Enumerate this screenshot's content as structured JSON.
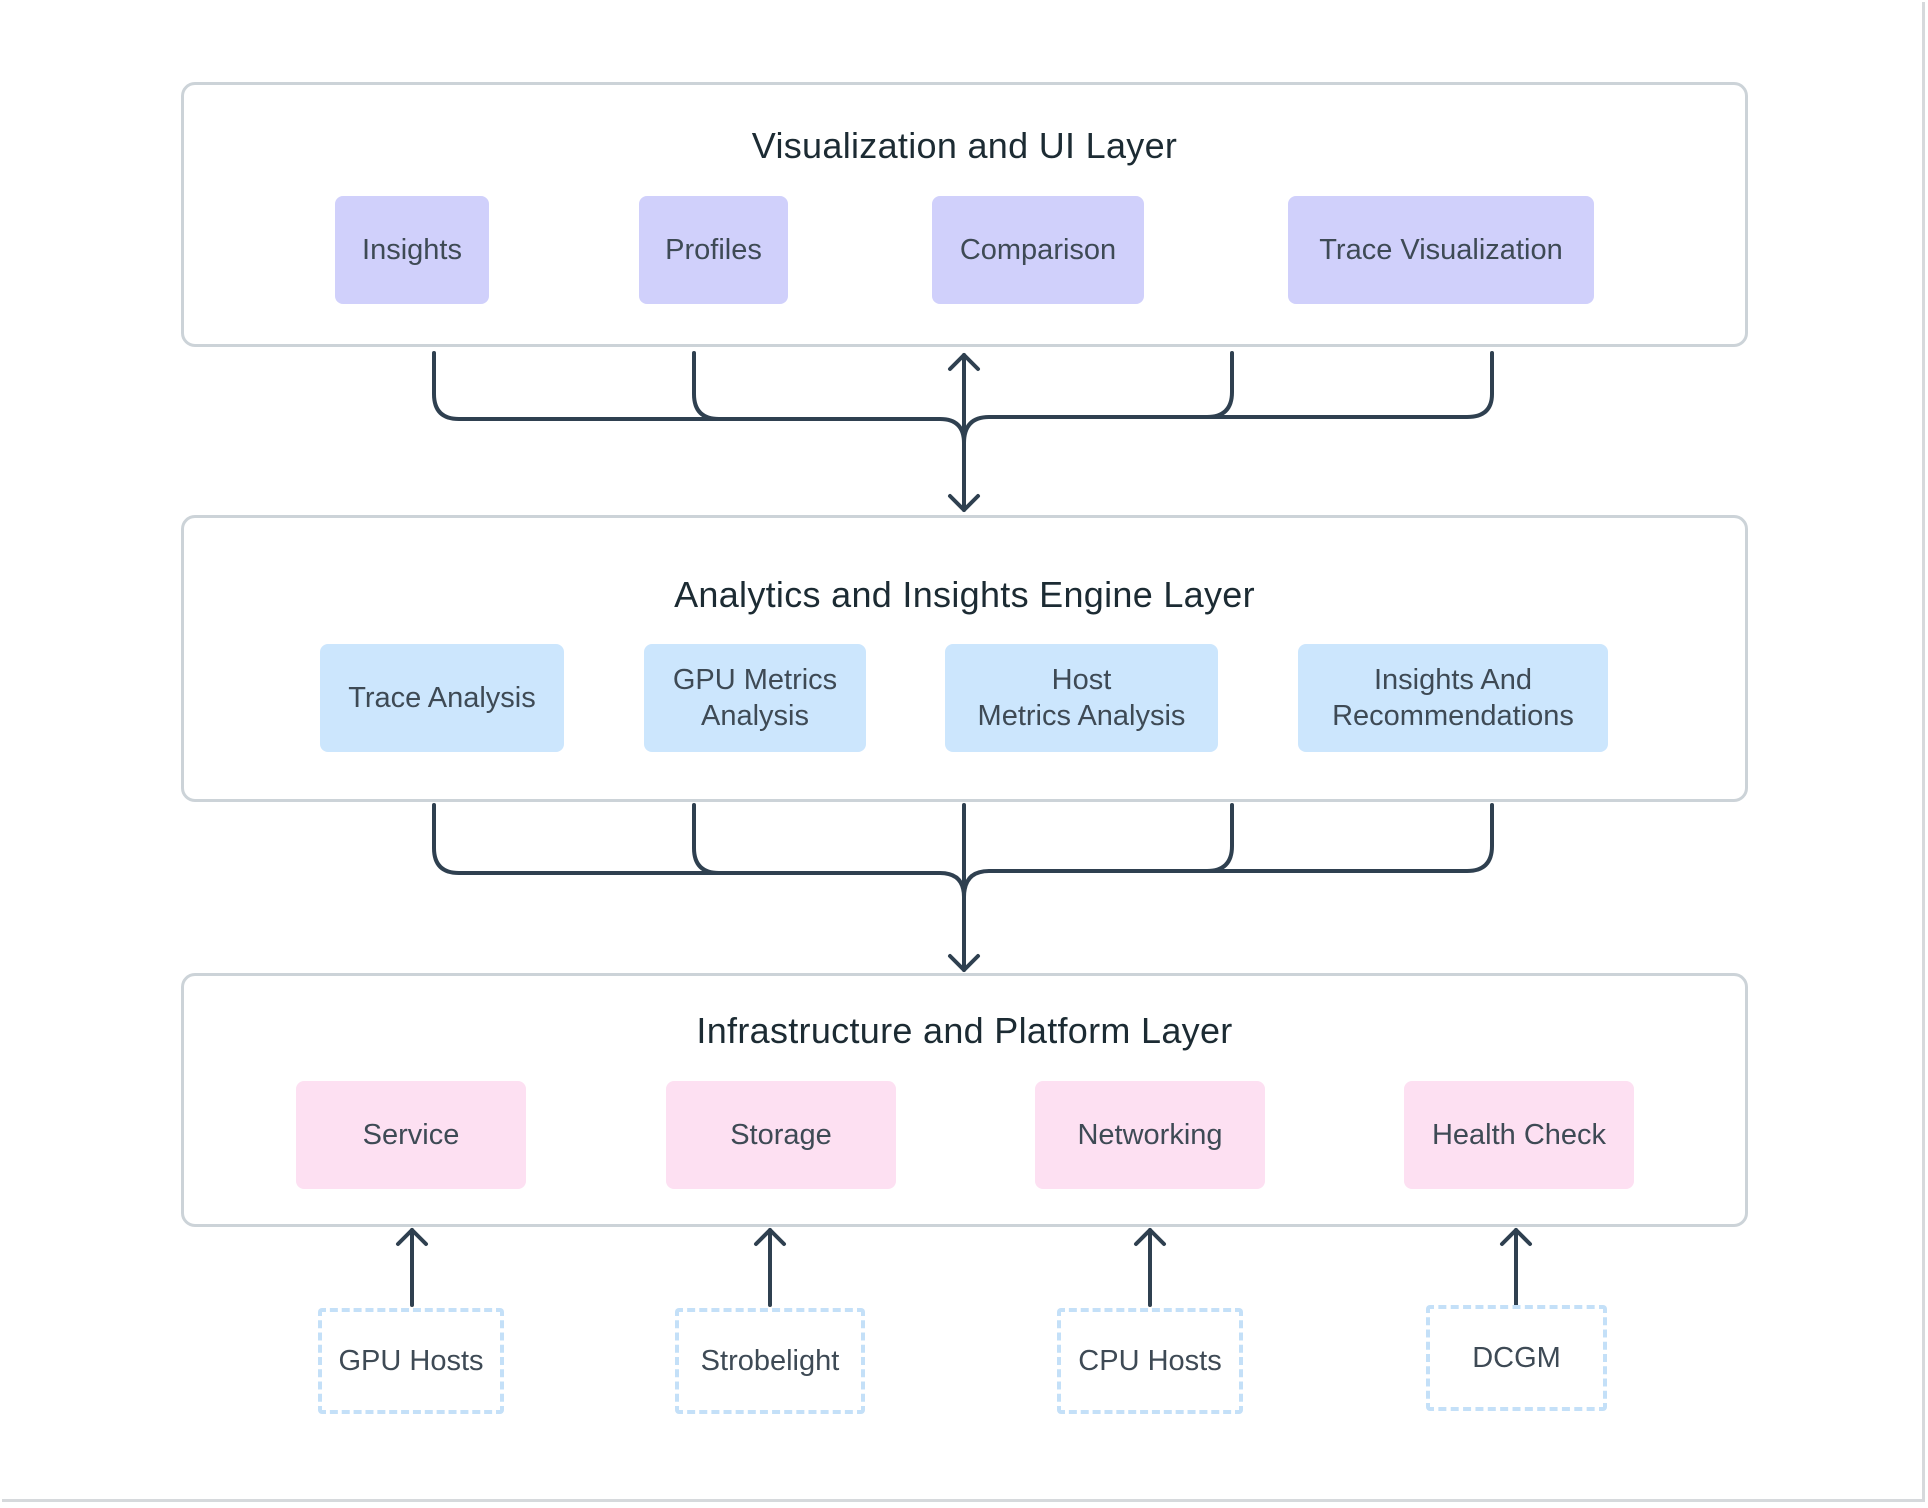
{
  "layers": {
    "visualization": {
      "title": "Visualization and UI Layer",
      "items": [
        "Insights",
        "Profiles",
        "Comparison",
        "Trace Visualization"
      ]
    },
    "analytics": {
      "title": "Analytics and Insights Engine Layer",
      "items": [
        "Trace Analysis",
        "GPU Metrics\nAnalysis",
        "Host\nMetrics Analysis",
        "Insights And\nRecommendations"
      ]
    },
    "infrastructure": {
      "title": "Infrastructure and Platform Layer",
      "items": [
        "Service",
        "Storage",
        "Networking",
        "Health Check"
      ]
    }
  },
  "sources": [
    "GPU Hosts",
    "Strobelight",
    "CPU Hosts",
    "DCGM"
  ],
  "colors": {
    "visualization_box": "#d0d0fb",
    "analytics_box": "#cce6fd",
    "infrastructure_box": "#fde0f2",
    "source_border": "#c4e0f8",
    "layer_border": "#ccd3d8",
    "connector": "#2f4050",
    "title_text": "#1c2b33",
    "box_text": "#3e4a55"
  }
}
